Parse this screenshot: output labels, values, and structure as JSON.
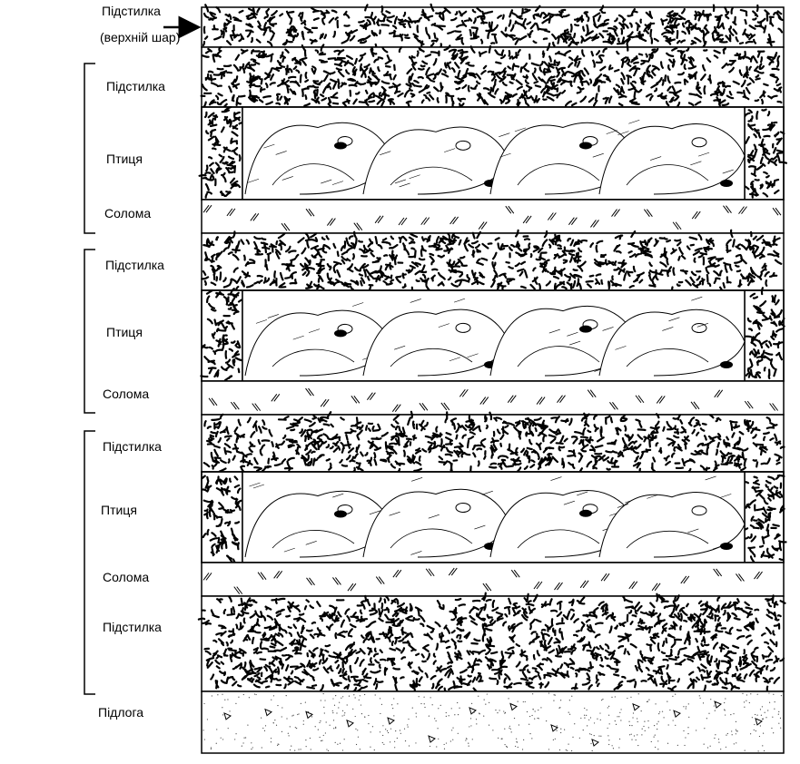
{
  "top_label": {
    "line1": "Підстилка",
    "line2": "(верхній шар)"
  },
  "groups": [
    {
      "bedding": "Підстилка",
      "bird": "Птиця",
      "straw": "Солома"
    },
    {
      "bedding": "Підстилка",
      "bird": "Птиця",
      "straw": "Солома"
    },
    {
      "bedding": "Підстилка",
      "bird": "Птиця",
      "straw": "Солома",
      "bottom_bedding": "Підстилка"
    }
  ],
  "floor_label": "Підлога"
}
